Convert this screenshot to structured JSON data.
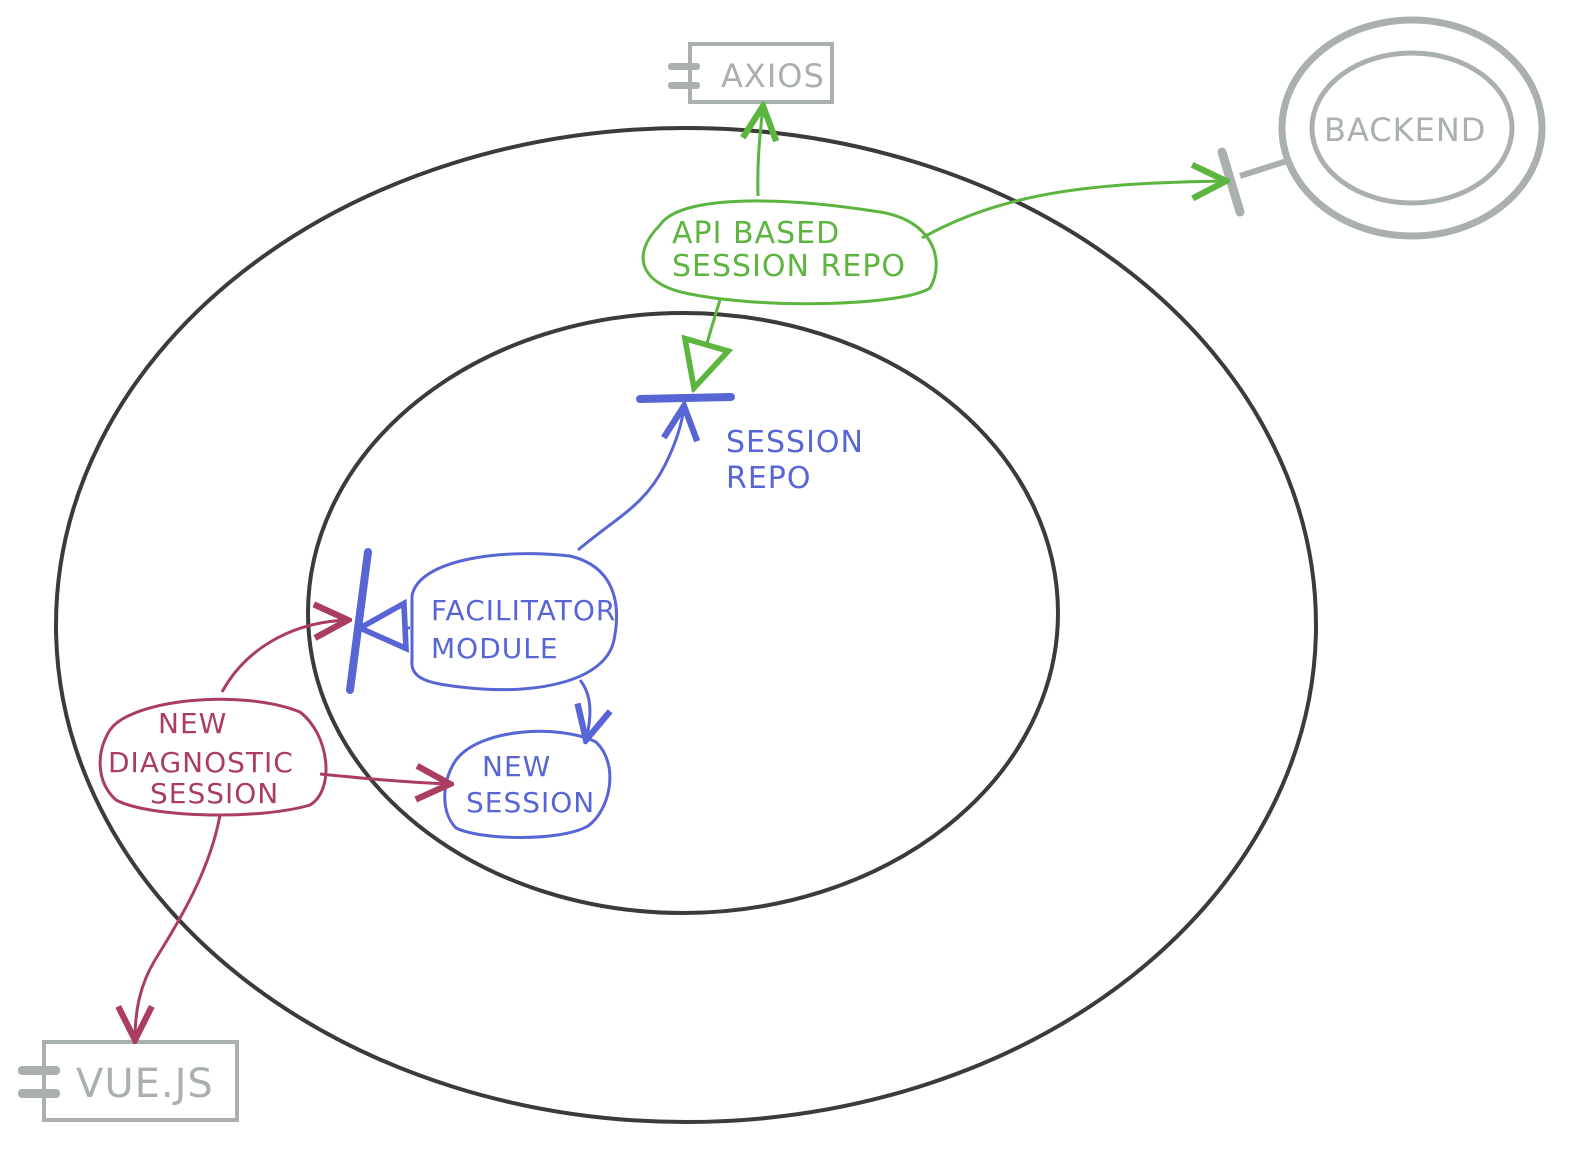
{
  "colors": {
    "outline": "#3e3a3c",
    "gray": "#a9b0ad",
    "green": "#5bb53f",
    "blue": "#5766d4",
    "red": "#ab3d63"
  },
  "nodes": {
    "axios": {
      "label": "AXIOS"
    },
    "backend": {
      "label": "BACKEND"
    },
    "api_repo": {
      "line1": "API BASED",
      "line2": "SESSION REPO"
    },
    "session_repo": {
      "line1": "SESSION",
      "line2": "REPO"
    },
    "facilitator": {
      "line1": "FACILITATOR",
      "line2": "MODULE"
    },
    "new_session": {
      "line1": "NEW",
      "line2": "SESSION"
    },
    "diagnostic": {
      "line1": "NEW",
      "line2": "DIAGNOSTIC",
      "line3": "SESSION"
    },
    "vue": {
      "label": "VUE.JS"
    }
  }
}
